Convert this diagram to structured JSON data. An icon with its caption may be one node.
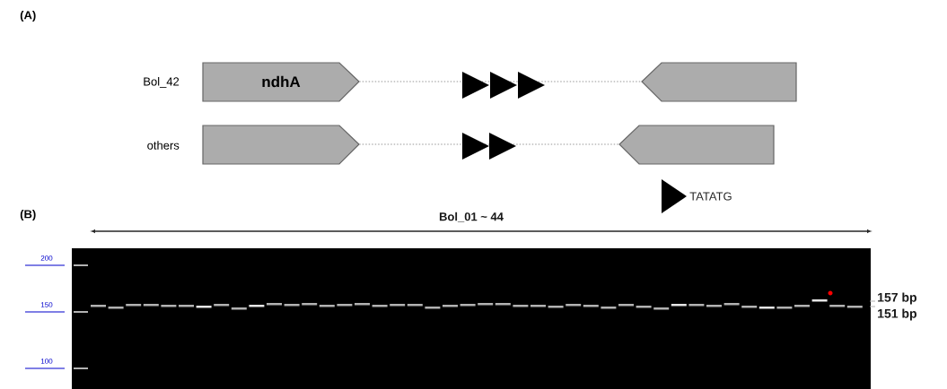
{
  "diagram": {
    "nodes": [
      {
        "text": [
          "ndhA"
        ]
      },
      {
        "text": [],
        "shape": "box"
      },
      {
        "text": [],
        "shape": "box"
      },
      {
        "text": [],
        "shape": "box"
      }
    ],
    "edges": [
      {
        "from": 0,
        "to": 1,
        "arrow": "none",
        "style": "dashed"
      },
      {
        "from": 2,
        "to": 3,
        "arrow": "none",
        "style": "dashed"
      }
    ],
    "labels": [
      "(A)",
      "Bol_42",
      "others",
      "(B)",
      "Bol_01 ~ 44",
      "200",
      "150",
      "100",
      "157 bp",
      "151 bp"
    ],
    "legend": [
      {
        "text": "TATATG"
      }
    ]
  }
}
